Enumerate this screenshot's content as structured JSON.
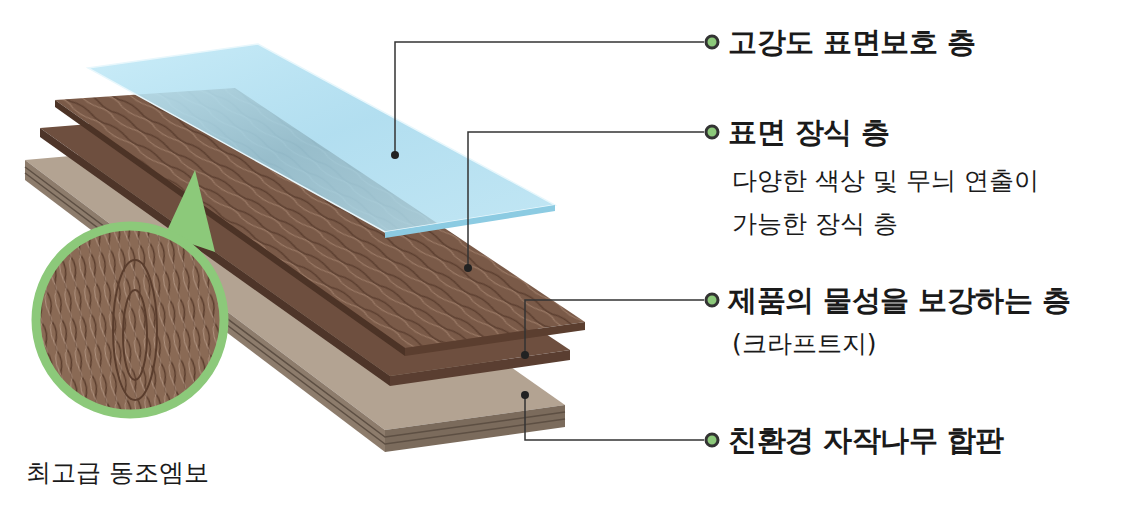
{
  "diagram": {
    "labels": [
      "고강도 표면보호 층",
      "표면 장식 층",
      "다양한 색상 및 무늬 연출이 가능한 장식 층",
      "제품의 물성을 보강하는 층",
      "(크라프트지)",
      "친환경 자작나무 합판",
      "최고급 동조엠보"
    ]
  }
}
